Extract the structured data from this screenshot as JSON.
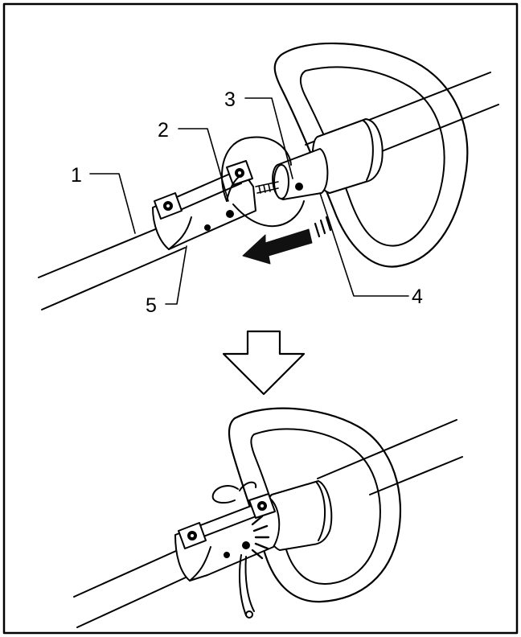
{
  "figure": {
    "callouts": [
      {
        "id": "1",
        "label": "1"
      },
      {
        "id": "2",
        "label": "2"
      },
      {
        "id": "3",
        "label": "3"
      },
      {
        "id": "4",
        "label": "4"
      },
      {
        "id": "5",
        "label": "5"
      }
    ]
  },
  "colors": {
    "line": "#000000",
    "background": "#ffffff",
    "arrow": "#111111"
  }
}
